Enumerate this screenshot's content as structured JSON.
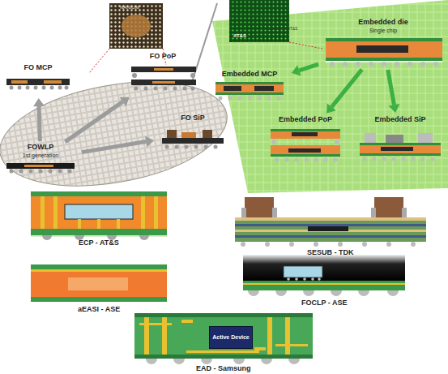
{
  "diagram": {
    "nodes": [
      {
        "text": [
          "FO MCP"
        ]
      },
      {
        "text": [
          "FO PoP"
        ]
      },
      {
        "text": [
          "FOWLP",
          "1st generation"
        ]
      },
      {
        "text": [
          "FO SiP"
        ]
      },
      {
        "text": [
          "Embedded die",
          "Single chip"
        ]
      },
      {
        "text": [
          "Embedded MCP"
        ]
      },
      {
        "text": [
          "Embedded PoP"
        ]
      },
      {
        "text": [
          "Embedded SiP"
        ]
      },
      {
        "text": [
          "Active Device"
        ]
      }
    ],
    "edges": [
      {
        "from": 2,
        "to": 0,
        "arrow": "to"
      },
      {
        "from": 2,
        "to": 1,
        "arrow": "to"
      },
      {
        "from": 2,
        "to": 3,
        "arrow": "to"
      },
      {
        "from": 4,
        "to": 5,
        "arrow": "to"
      },
      {
        "from": 4,
        "to": 6,
        "arrow": "to"
      },
      {
        "from": 4,
        "to": 7,
        "arrow": "to"
      }
    ],
    "labels": [
      "NANIUM",
      "AT&S",
      "Courtesy of AT&S",
      "ECP - AT&S",
      "SESUB - TDK",
      "aEASI - ASE",
      "FOCLP - ASE",
      "EAD - Samsung"
    ]
  }
}
